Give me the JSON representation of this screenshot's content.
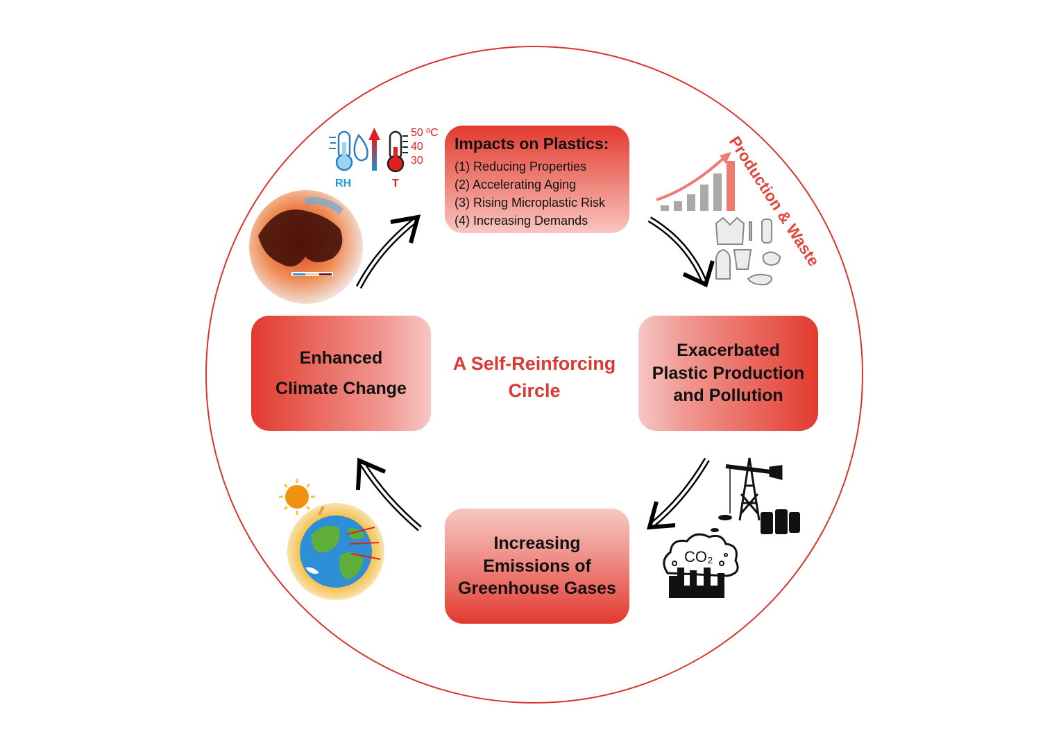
{
  "center_title": [
    "A Self-Reinforcing",
    "Circle"
  ],
  "boxes": {
    "top": {
      "title": "Impacts on Plastics:",
      "items": [
        "(1) Reducing Properties",
        "(2) Accelerating Aging",
        "(3) Rising Microplastic Risk",
        "(4) Increasing Demands"
      ]
    },
    "left": {
      "lines": [
        "Enhanced",
        "Climate Change"
      ]
    },
    "right": {
      "lines": [
        "Exacerbated",
        "Plastic Production",
        "and Pollution"
      ]
    },
    "bottom": {
      "lines": [
        "Increasing",
        "Emissions of",
        "Greenhouse Gases"
      ]
    }
  },
  "labels": {
    "rh": "RH",
    "t": "T",
    "temps": [
      "50 ºC",
      "40",
      "30"
    ],
    "production_waste": "Production & Waste",
    "co2": "CO₂"
  },
  "colors": {
    "accent_red": "#d93a32",
    "circle_border": "#d9342b",
    "rh_blue": "#1a9ad6",
    "t_red": "#e02020"
  }
}
